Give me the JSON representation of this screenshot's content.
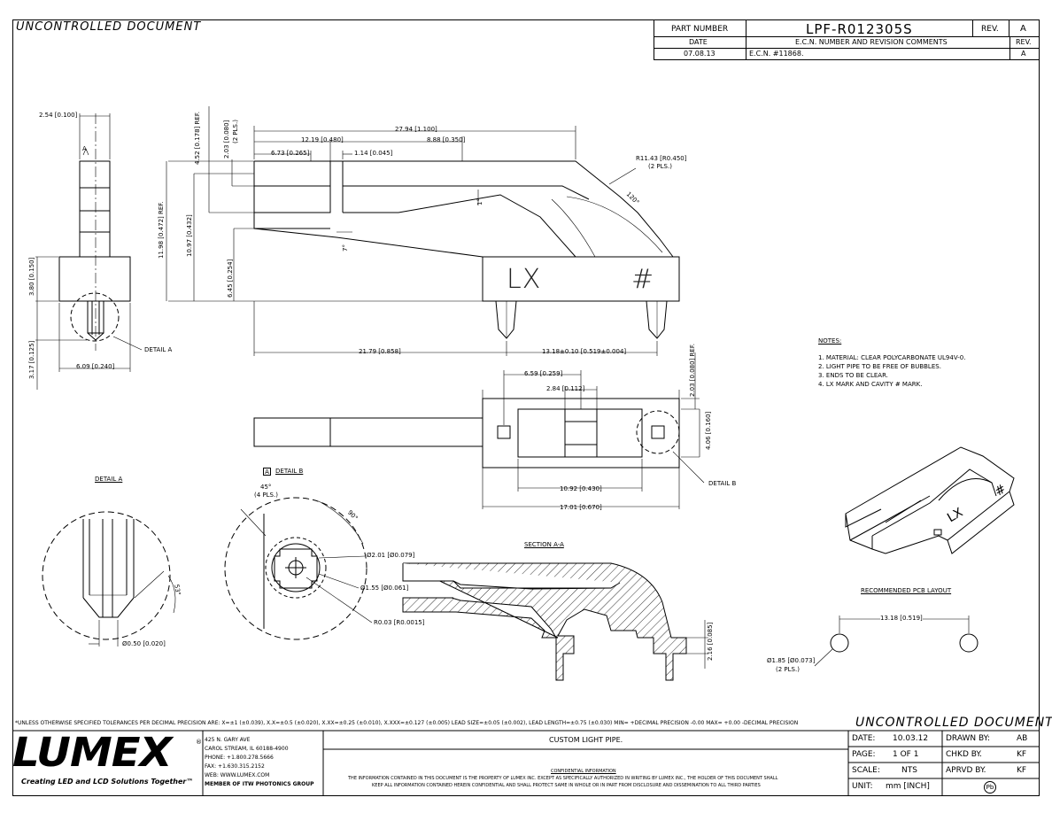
{
  "header": {
    "uncontrolled_top": "UNCONTROLLED DOCUMENT",
    "part_number_label": "PART NUMBER",
    "part_number": "LPF-R012305S",
    "rev_label": "REV.",
    "rev": "A",
    "date_label": "DATE",
    "ecn_label": "E.C.N. NUMBER AND REVISION COMMENTS",
    "rev_label2": "REV.",
    "row_date": "07.08.13",
    "row_ecn": "E.C.N. #11868.",
    "row_rev": "A"
  },
  "dimensions": {
    "d_254": "2.54 [0.100]",
    "d_452": "4.52 [0.178] REF.",
    "d_203a": "2.03 [0.080]",
    "d_2pls": "(2 PLS.)",
    "d_2794": "27.94 [1.100]",
    "d_1219": "12.19 [0.480]",
    "d_888": "8.88 [0.350]",
    "d_673": "6.73 [0.265]",
    "d_114": "1.14 [0.045]",
    "d_r1143": "R11.43 [R0.450]",
    "d_r2pls": "(2 PLS.)",
    "d_120": "120°",
    "d_1198": "11.98 [0.472] REF.",
    "d_1097": "10.97 [0.432]",
    "d_645": "6.45 [0.254]",
    "d_1deg": "1°",
    "d_7deg": "7°",
    "d_380": "3.80 [0.150]",
    "d_317": "3.17 [0.125]",
    "d_609": "6.09 [0.240]",
    "detail_a_callout": "DETAIL A",
    "d_2179": "21.79 [0.858]",
    "d_1318": "13.18±0.10 [0.519±0.004]",
    "d_659": "6.59 [0.259]",
    "d_284": "2.84 [0.112]",
    "d_203b": "2.03 [0.080] REF.",
    "d_406": "4.06 [0.160]",
    "d_1092": "10.92 [0.430]",
    "d_1701": "17.01 [0.670]",
    "detail_b_callout": "DETAIL B",
    "lx_mark": "LX",
    "hash_mark": "#",
    "section_a": "A",
    "lx_iso": "LX",
    "hash_iso": "#"
  },
  "notes": {
    "title": "NOTES:",
    "items": [
      "1. MATERIAL: CLEAR POLYCARBONATE UL94V-0.",
      "2. LIGHT PIPE TO BE FREE OF BUBBLES.",
      "3. ENDS TO BE CLEAR.",
      "4. LX MARK AND CAVITY # MARK."
    ]
  },
  "detail_a": {
    "title": "DETAIL A",
    "d_angle": "53°",
    "d_050": "Ø0.50 [0.020]"
  },
  "detail_b": {
    "letter": "A",
    "title": "DETAIL B",
    "d_45": "45°",
    "d_4pls": "(4 PLS.)",
    "d_90": "90°",
    "d_201": "Ø2.01 [Ø0.079]",
    "d_155": "Ø1.55 [Ø0.061]",
    "d_r003": "R0.03 [R0.0015]"
  },
  "section": {
    "title": "SECTION A-A",
    "d_216": "2.16 [0.085]"
  },
  "pcb": {
    "title": "RECOMMENDED PCB LAYOUT",
    "d_1318": "13.18 [0.519]",
    "d_185": "Ø1.85 [Ø0.073]",
    "d_2pls": "(2 PLS.)"
  },
  "tolerance": "*UNLESS OTHERWISE SPECIFIED TOLERANCES PER DECIMAL PRECISION ARE: X=±1 (±0.039), X.X=±0.5 (±0.020), X.XX=±0.25 (±0.010), X.XXX=±0.127 (±0.005)   LEAD SIZE=±0.05 (±0.002), LEAD LENGTH=±0.75 (±0.030)  MIN= +DECIMAL PRECISION -0.00  MAX= +0.00 -DECIMAL PRECISION",
  "footer": {
    "uncontrolled_bottom": "UNCONTROLLED DOCUMENT",
    "logo": "LUMEX",
    "logo_reg": "®",
    "tagline": "Creating LED and LCD Solutions Together™",
    "addr1": "425 N. GARY AVE",
    "addr2": "CAROL STREAM, IL 60188-4900",
    "addr3": "PHONE: +1.800.278.5666",
    "addr4": "FAX: +1.630.315.2152",
    "addr5": "WEB: WWW.LUMEX.COM",
    "addr6": "MEMBER OF ITW PHOTONICS GROUP",
    "part_desc": "CUSTOM LIGHT PIPE.",
    "conf_title": "CONFIDENTIAL INFORMATION",
    "conf_line1": "THE INFORMATION CONTAINED IN THIS DOCUMENT IS THE PROPERTY OF LUMEX INC. EXCEPT AS SPECIFICALLY AUTHORIZED IN WRITING BY LUMEX INC., THE HOLDER OF THIS DOCUMENT SHALL",
    "conf_line2": "KEEP ALL INFORMATION CONTAINED HEREIN CONFIDENTIAL AND SHALL PROTECT SAME IN WHOLE OR IN PART FROM DISCLOSURE AND DISSEMINATION TO ALL THIRD PARTIES",
    "date_label": "DATE:",
    "date_value": "10.03.12",
    "drawn_label": "DRAWN BY:",
    "drawn_value": "AB",
    "page_label": "PAGE:",
    "page_value": "1  OF  1",
    "chkd_label": "CHKD BY.",
    "chkd_value": "KF",
    "scale_label": "SCALE:",
    "scale_value": "NTS",
    "aprvd_label": "APRVD BY.",
    "aprvd_value": "KF",
    "unit_label": "UNIT:",
    "unit_value": "mm [INCH]",
    "pb_symbol": "Pb"
  }
}
